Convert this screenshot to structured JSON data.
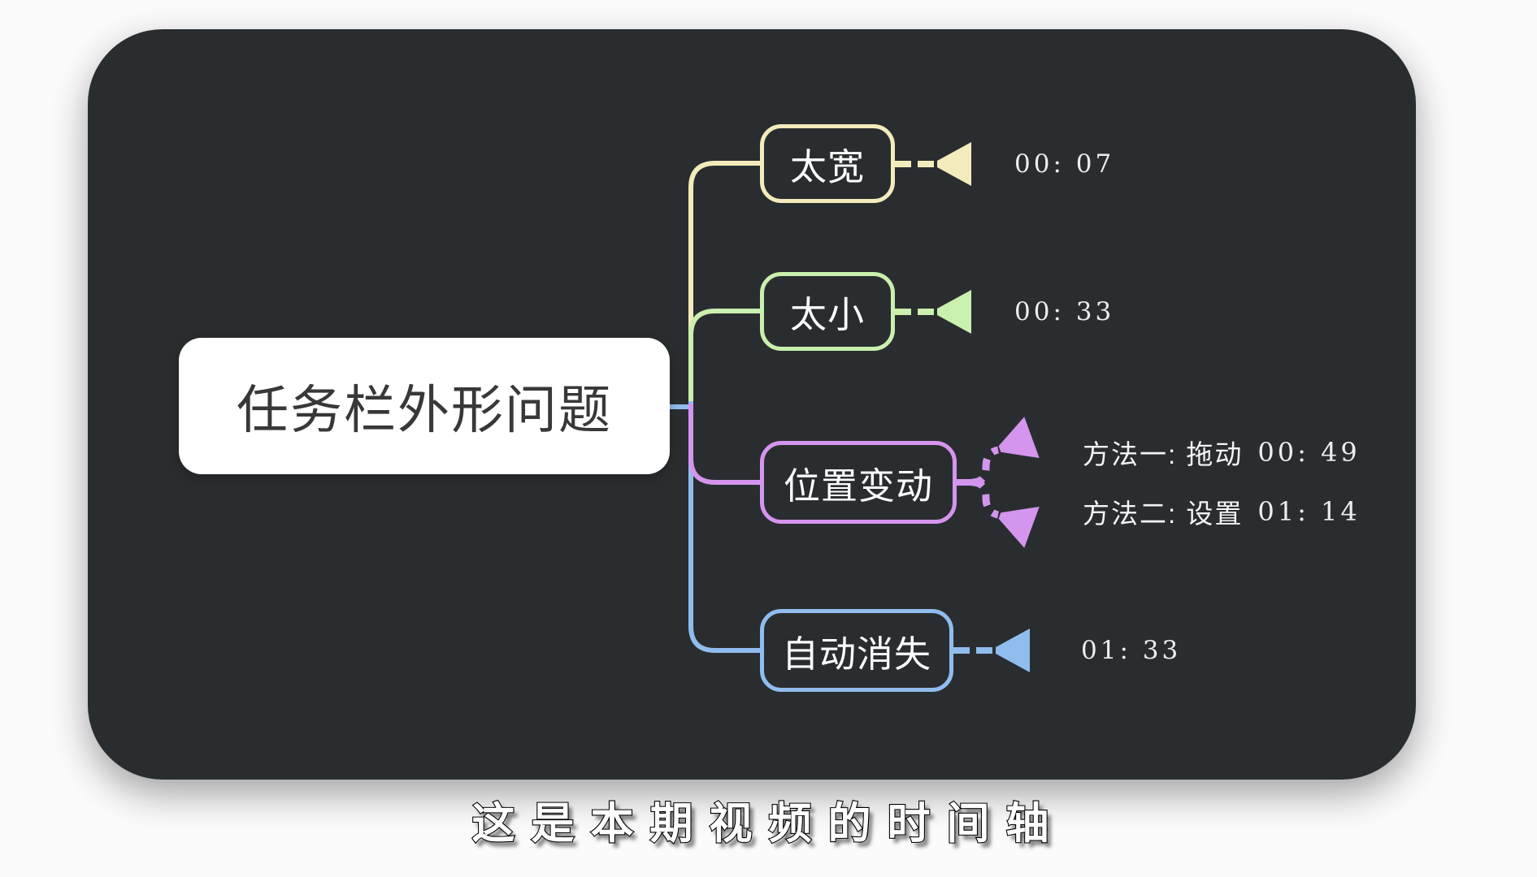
{
  "page": {
    "background": "#FBFBFC"
  },
  "card": {
    "background": "#2A2D2F"
  },
  "root": {
    "label": "任务栏外形问题",
    "text_color": "#383838",
    "background": "#FFFFFF"
  },
  "branches": [
    {
      "id": "too-wide",
      "label": "太宽",
      "color": "#F3EBBB",
      "time": "00: 07"
    },
    {
      "id": "too-small",
      "label": "太小",
      "color": "#C9F0AE",
      "time": "00: 33"
    },
    {
      "id": "position-change",
      "label": "位置变动",
      "color": "#D495EE",
      "methods": [
        {
          "label": "方法一: 拖动",
          "time": "00: 49"
        },
        {
          "label": "方法二: 设置",
          "time": "01: 14"
        }
      ]
    },
    {
      "id": "auto-hide",
      "label": "自动消失",
      "color": "#90BCEE",
      "time": "01: 33"
    }
  ],
  "subtitle": {
    "text": "这是本期视频的时间轴"
  }
}
